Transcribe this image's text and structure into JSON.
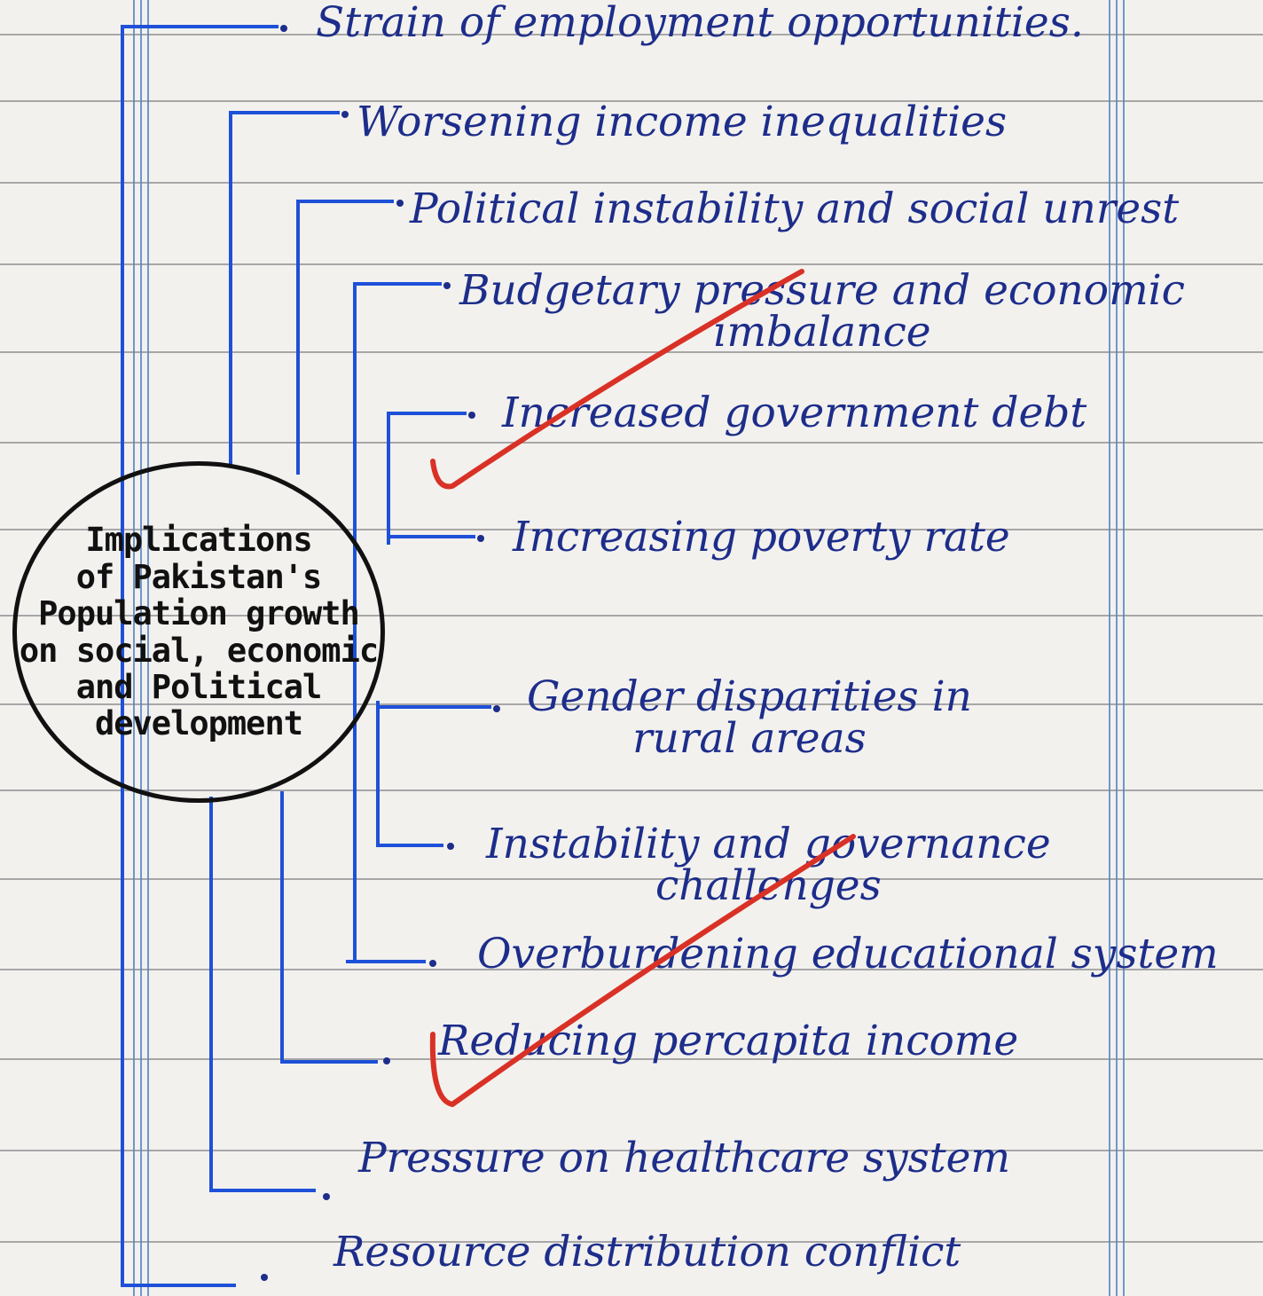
{
  "diagram": {
    "center": "Implications\nof Pakistan's\nPopulation growth\non social, economic\nand Political\ndevelopment",
    "branches": [
      "Strain of employment opportunities.",
      "Worsening income inequalities",
      "Political instability and social unrest",
      "Budgetary pressure and economic\nimbalance",
      "Increased government debt",
      "Increasing poverty rate",
      "Gender disparities in\nrural areas",
      "Instability and governance\nchallenges",
      "Overburdening educational system",
      "Reducing percapita income",
      "Pressure on healthcare system",
      "Resource distribution conflict"
    ]
  },
  "colors": {
    "paper": "#f2f1ee",
    "ink": "#1d2d8a",
    "connector": "#1e50d8",
    "rule": "#8e8e90",
    "grader_mark": "#d93126"
  }
}
